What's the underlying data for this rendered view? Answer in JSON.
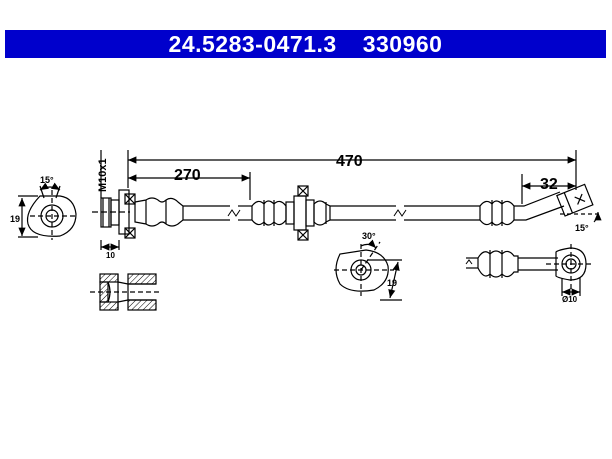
{
  "header": {
    "part_number": "24.5283-0471.3",
    "ref_number": "330960",
    "color": "#0000cc"
  },
  "dimensions": {
    "total_length": "470",
    "partial_length": "270",
    "end_offset": "32",
    "thread": "M10x1",
    "flange_width": "10",
    "left_angle": "15°",
    "left_height": "19",
    "mid_angle": "30°",
    "mid_height": "19",
    "right_angle": "15°",
    "right_diameter": "Ø10"
  }
}
